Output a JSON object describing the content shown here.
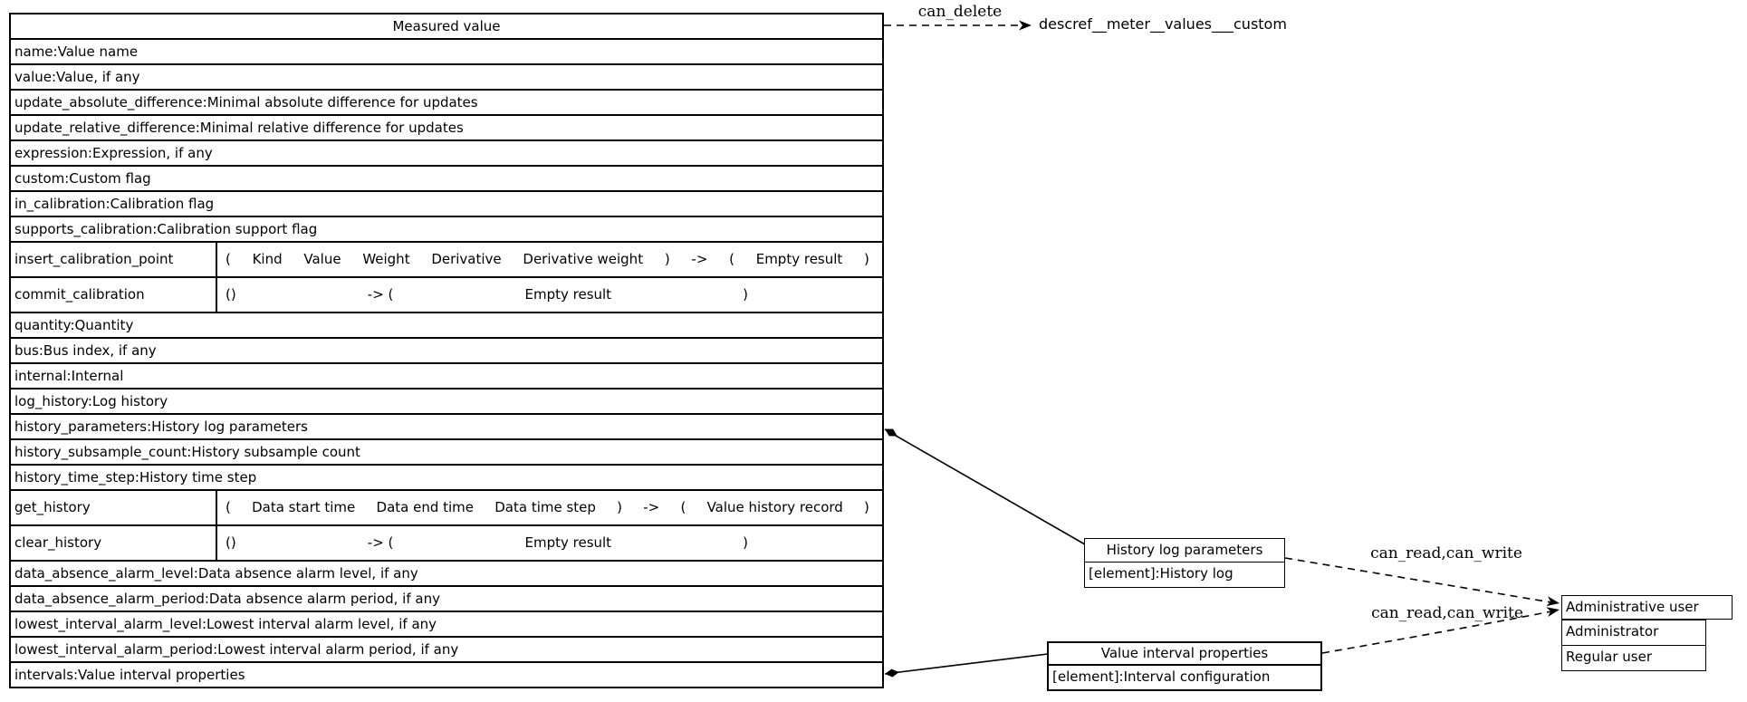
{
  "measured_value": {
    "title": "Measured value",
    "rows": [
      {
        "type": "field",
        "text": "name:Value name"
      },
      {
        "type": "field",
        "text": "value:Value, if any"
      },
      {
        "type": "field",
        "text": "update_absolute_difference:Minimal absolute difference for updates"
      },
      {
        "type": "field",
        "text": "update_relative_difference:Minimal relative difference for updates"
      },
      {
        "type": "field",
        "text": "expression:Expression, if any"
      },
      {
        "type": "field",
        "text": "custom:Custom flag"
      },
      {
        "type": "field",
        "text": "in_calibration:Calibration flag"
      },
      {
        "type": "field",
        "text": "supports_calibration:Calibration support flag"
      },
      {
        "type": "method",
        "name": "insert_calibration_point",
        "variant": "long",
        "tokens": [
          "(",
          "Kind",
          "Value",
          "Weight",
          "Derivative",
          "Derivative weight",
          ")",
          "->",
          "(",
          "Empty result",
          ")"
        ]
      },
      {
        "type": "method",
        "name": "commit_calibration",
        "variant": "short",
        "tokens": [
          "()",
          "-> (",
          "Empty result",
          ")"
        ]
      },
      {
        "type": "field",
        "text": "quantity:Quantity"
      },
      {
        "type": "field",
        "text": "bus:Bus index, if any"
      },
      {
        "type": "field",
        "text": "internal:Internal"
      },
      {
        "type": "field",
        "text": "log_history:Log history"
      },
      {
        "type": "field",
        "text": "history_parameters:History log parameters"
      },
      {
        "type": "field",
        "text": "history_subsample_count:History subsample count"
      },
      {
        "type": "field",
        "text": "history_time_step:History time step"
      },
      {
        "type": "method",
        "name": "get_history",
        "variant": "long",
        "tokens": [
          "(",
          "Data start time",
          "Data end time",
          "Data time step",
          ")",
          "->",
          "(",
          "Value history record",
          ")"
        ]
      },
      {
        "type": "method",
        "name": "clear_history",
        "variant": "short",
        "tokens": [
          "()",
          "-> (",
          "Empty result",
          ")"
        ]
      },
      {
        "type": "field",
        "text": "data_absence_alarm_level:Data absence alarm level, if any"
      },
      {
        "type": "field",
        "text": "data_absence_alarm_period:Data absence alarm period, if any"
      },
      {
        "type": "field",
        "text": "lowest_interval_alarm_level:Lowest interval alarm level, if any"
      },
      {
        "type": "field",
        "text": "lowest_interval_alarm_period:Lowest interval alarm period, if any"
      },
      {
        "type": "field",
        "text": "intervals:Value interval properties"
      }
    ]
  },
  "node_history": {
    "title": "History log parameters",
    "row": "[element]:History log"
  },
  "node_interval": {
    "title": "Value interval properties",
    "row": "[element]:Interval configuration"
  },
  "node_admin": {
    "title": "Administrative user",
    "rows": [
      "Administrator",
      "Regular user"
    ]
  },
  "external_ref": "descref__meter__values___custom",
  "edge_labels": {
    "can_delete": "can_delete",
    "read_write_top": "can_read,can_write",
    "read_write_bottom": "can_read,can_write"
  },
  "colors": {
    "line": "#000000",
    "background": "#ffffff"
  }
}
